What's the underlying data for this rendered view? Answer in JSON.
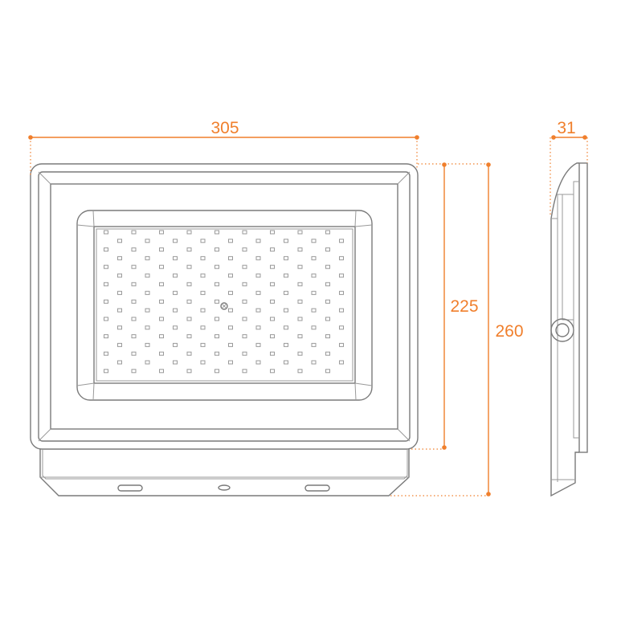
{
  "dimensions": {
    "width_label": "305",
    "depth_label": "31",
    "body_height_label": "225",
    "total_height_label": "260"
  },
  "led_grid": {
    "rows": 17,
    "cols_even": 9,
    "cols_odd": 9
  },
  "colors": {
    "dimension": "#f07f2c",
    "outline": "#7a7a7a"
  }
}
